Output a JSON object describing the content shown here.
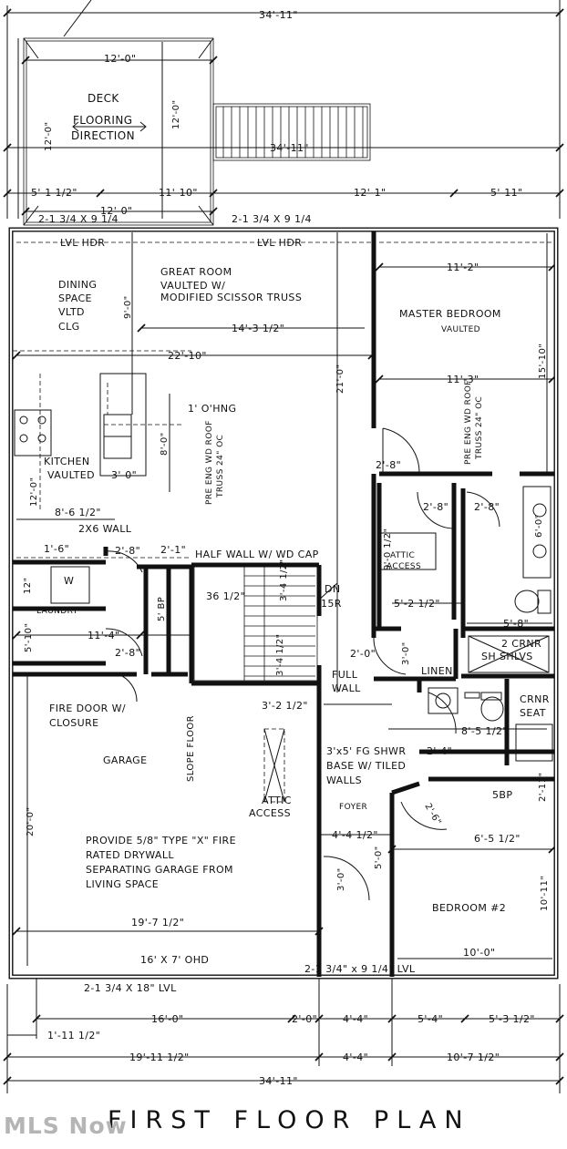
{
  "title": "FIRST FLOOR PLAN",
  "watermark": "MLS Now",
  "rooms": {
    "deck": "DECK",
    "flooring": "FLOORING",
    "direction": "DIRECTION",
    "great_room": "GREAT ROOM",
    "great_room_2": "VAULTED W/",
    "great_room_3": "MODIFIED SCISSOR TRUSS",
    "dining": "DINING",
    "dining_2": "SPACE",
    "dining_3": "VLTD",
    "dining_4": "CLG",
    "master": "MASTER BEDROOM",
    "master_2": "VAULTED",
    "kitchen": "KITCHEN",
    "kitchen_2": "VAULTED",
    "laundry": "LAUNDRY",
    "garage": "GARAGE",
    "slope": "SLOPE FLOOR",
    "attic": "ATTIC",
    "attic_2": "ACCESS",
    "attic_small": "ATTIC",
    "attic_small_2": "ACCESS",
    "foyer": "FOYER",
    "bedroom2": "BEDROOM #2",
    "linen": "LINEN"
  },
  "notes": {
    "lvl_hdr": "LVL HDR",
    "ohng": "1' O'HNG",
    "truss_a": "PRE ENG WD ROOF",
    "truss_b": "TRUSS 24\" OC",
    "half_wall": "HALF WALL W/ WD CAP",
    "dn": "DN",
    "r15": "15R",
    "full_wall": "FULL",
    "full_wall_2": "WALL",
    "fire_door": "FIRE DOOR W/",
    "fire_door_2": "CLOSURE",
    "wall_2x6": "2X6 WALL",
    "shwr": "3'x5' FG SHWR",
    "shwr_2": "BASE W/ TILED",
    "shwr_3": "WALLS",
    "drywall_1": "PROVIDE 5/8\" TYPE \"X\" FIRE",
    "drywall_2": "RATED DRYWALL",
    "drywall_3": "SEPARATING GARAGE FROM",
    "drywall_4": "LIVING SPACE",
    "ohd": "16' X 7' OHD",
    "crnr": "2 CRNR",
    "shlvs": "SH SHLVS",
    "crnr_seat": "CRNR",
    "crnr_seat_2": "SEAT",
    "bp5": "5BP",
    "bp5_v": "5' BP",
    "w": "W",
    "bm_top_left": "2-1 3/4 X 9 1/4",
    "bm_top_right": "2-1 3/4 X 9 1/4",
    "bm_garage": "2-1 3/4 X 18\" LVL",
    "bm_bottom": "2-1 3/4\" x 9 1/4\" LVL"
  },
  "dims": {
    "d34_11": "34'-11\"",
    "d12_0": "12'-0\"",
    "d5_11_12": "5'-1 1/2\"",
    "d11_10": "11'-10\"",
    "d12_1": "12'-1\"",
    "d5_11": "5'-11\"",
    "d11_2": "11'-2\"",
    "d15_10": "15'-10\"",
    "d9_0": "9'-0\"",
    "d14_3_12": "14'-3 1/2\"",
    "d22_10": "22'-10\"",
    "d21_0": "21'-0\"",
    "d11_3": "11'-3\"",
    "d8_0": "8'-0\"",
    "d3_0": "3'-0\"",
    "d2_8": "2'-8\"",
    "d8_6_12": "8'-6 1/2\"",
    "d1_6": "1'-6\"",
    "d2_1": "2'-1\"",
    "d36_12": "36 1/2\"",
    "d9_0_12": "9'-0 1/2\"",
    "d3_4_12": "3'-4 1/2\"",
    "d5_2_12": "5'-2 1/2\"",
    "d5_8": "5'-8\"",
    "d6_0": "6'-0\"",
    "d5_10": "5'-10\"",
    "d11_4": "11'-4\"",
    "d2_0": "2'-0\"",
    "d3_2_12": "3'-2 1/2\"",
    "d8_5_12": "8'-5 1/2\"",
    "d2_4": "2'-4\"",
    "d2_6": "2'-6\"",
    "d4_4_12": "4'-4 1/2\"",
    "d6_5_12": "6'-5 1/2\"",
    "d5_0": "5'-0\"",
    "d20_0": "20'-0\"",
    "d19_7_12": "19'-7 1/2\"",
    "d10_11": "10'-11\"",
    "d10_0": "10'-0\"",
    "d16_0": "16'-0\"",
    "d4_4": "4'-4\"",
    "d5_4": "5'-4\"",
    "d5_3_12": "5'-3 1/2\"",
    "d1_11_12": "1'-11 1/2\"",
    "d19_11_12": "19'-11 1/2\"",
    "d10_7_12": "10'-7 1/2\"",
    "d2_11": "2'-11\"",
    "d12": "12\"",
    "d2_0_small": "2'-0\""
  }
}
